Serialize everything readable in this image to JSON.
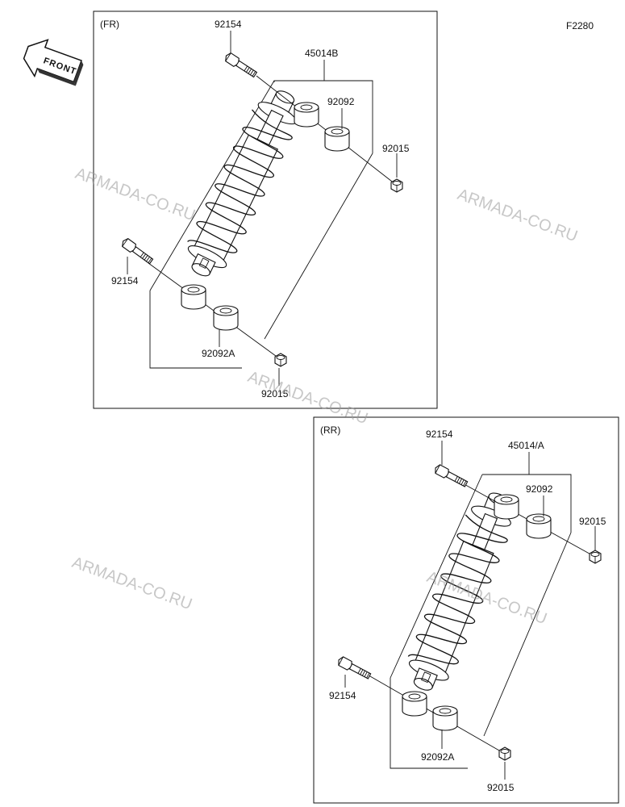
{
  "figure_code": "F2280",
  "front_arrow_text": "FRONT",
  "watermark": "ARMADA-CO.RU",
  "front_panel": {
    "title": "(FR)",
    "labels": {
      "bolt_top": "92154",
      "assembly": "45014B",
      "bushing_top": "92092",
      "nut_top": "92015",
      "bolt_bottom": "92154",
      "bushing_bottom": "92092A",
      "nut_bottom": "92015"
    }
  },
  "rear_panel": {
    "title": "(RR)",
    "labels": {
      "bolt_top": "92154",
      "assembly": "45014/A",
      "bushing_top": "92092",
      "nut_top": "92015",
      "bolt_bottom": "92154",
      "bushing_bottom": "92092A",
      "nut_bottom": "92015"
    }
  }
}
